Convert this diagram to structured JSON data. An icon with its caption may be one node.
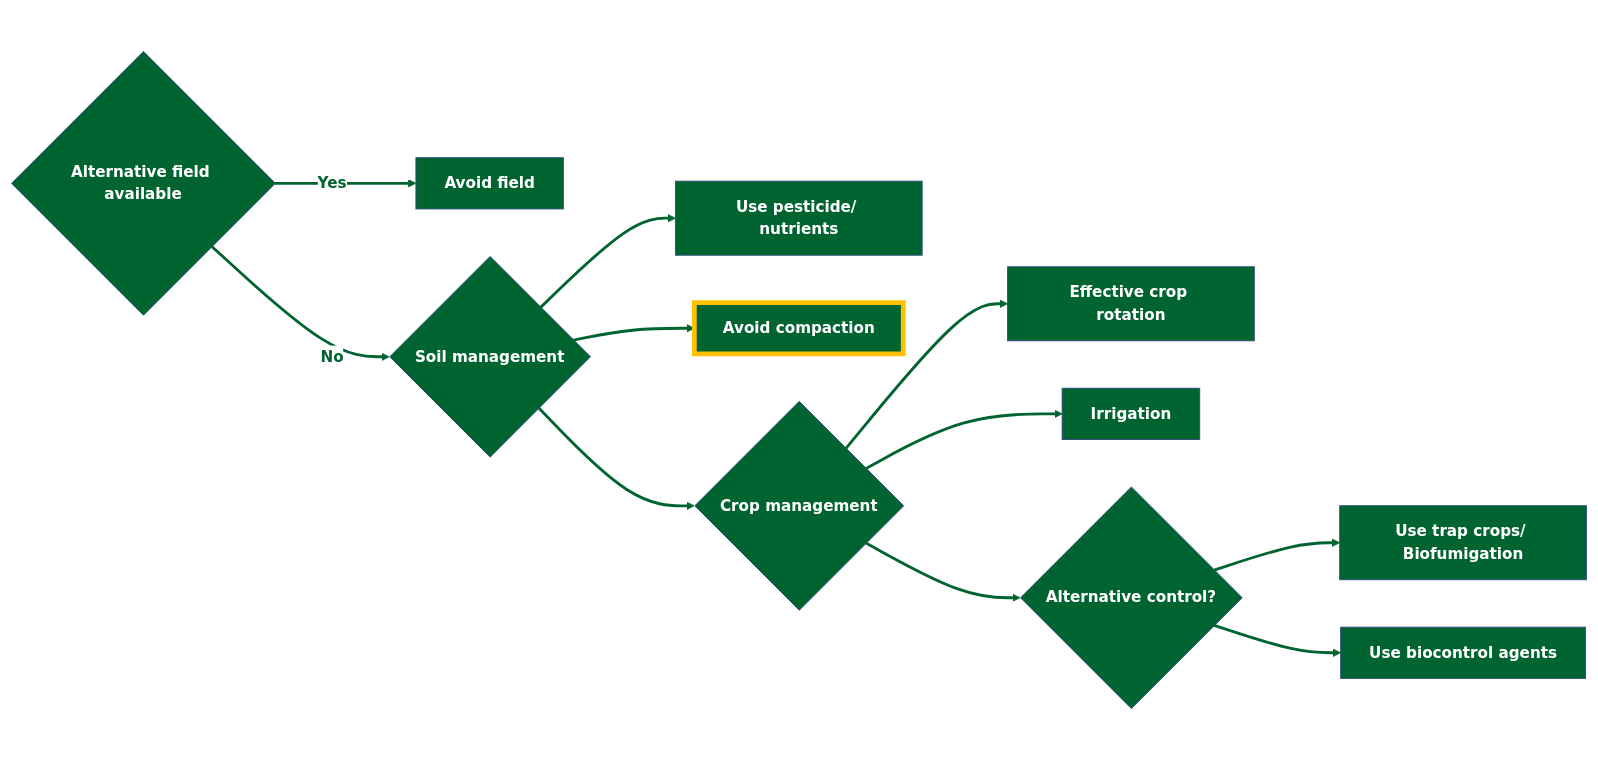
{
  "diagram": {
    "nodes": [
      {
        "text": [
          "Alternative field available"
        ]
      },
      {
        "text": [
          "Avoid field"
        ]
      },
      {
        "text": [
          "Soil management"
        ]
      },
      {
        "text": [
          "Use pesticide/ nutrients"
        ]
      },
      {
        "text": [
          "Avoid compaction"
        ]
      },
      {
        "text": [
          "Crop management"
        ]
      },
      {
        "text": [
          "Effective crop rotation"
        ]
      },
      {
        "text": [
          "Irrigation"
        ]
      },
      {
        "text": [
          "Alternative control?"
        ]
      },
      {
        "text": [
          "Use trap crops/ Biofumigation"
        ]
      },
      {
        "text": [
          "Use biocontrol agents"
        ]
      }
    ],
    "edges": [
      {
        "from": 0,
        "to": 1,
        "arrow": "to",
        "label": "Yes"
      },
      {
        "from": 0,
        "to": 2,
        "arrow": "to",
        "label": "No"
      },
      {
        "from": 2,
        "to": 3,
        "arrow": "to"
      },
      {
        "from": 2,
        "to": 4,
        "arrow": "to"
      },
      {
        "from": 2,
        "to": 5,
        "arrow": "to"
      },
      {
        "from": 5,
        "to": 6,
        "arrow": "to"
      },
      {
        "from": 5,
        "to": 7,
        "arrow": "to"
      },
      {
        "from": 5,
        "to": 8,
        "arrow": "to"
      },
      {
        "from": 8,
        "to": 9,
        "arrow": "to"
      },
      {
        "from": 8,
        "to": 10,
        "arrow": "to"
      }
    ]
  }
}
